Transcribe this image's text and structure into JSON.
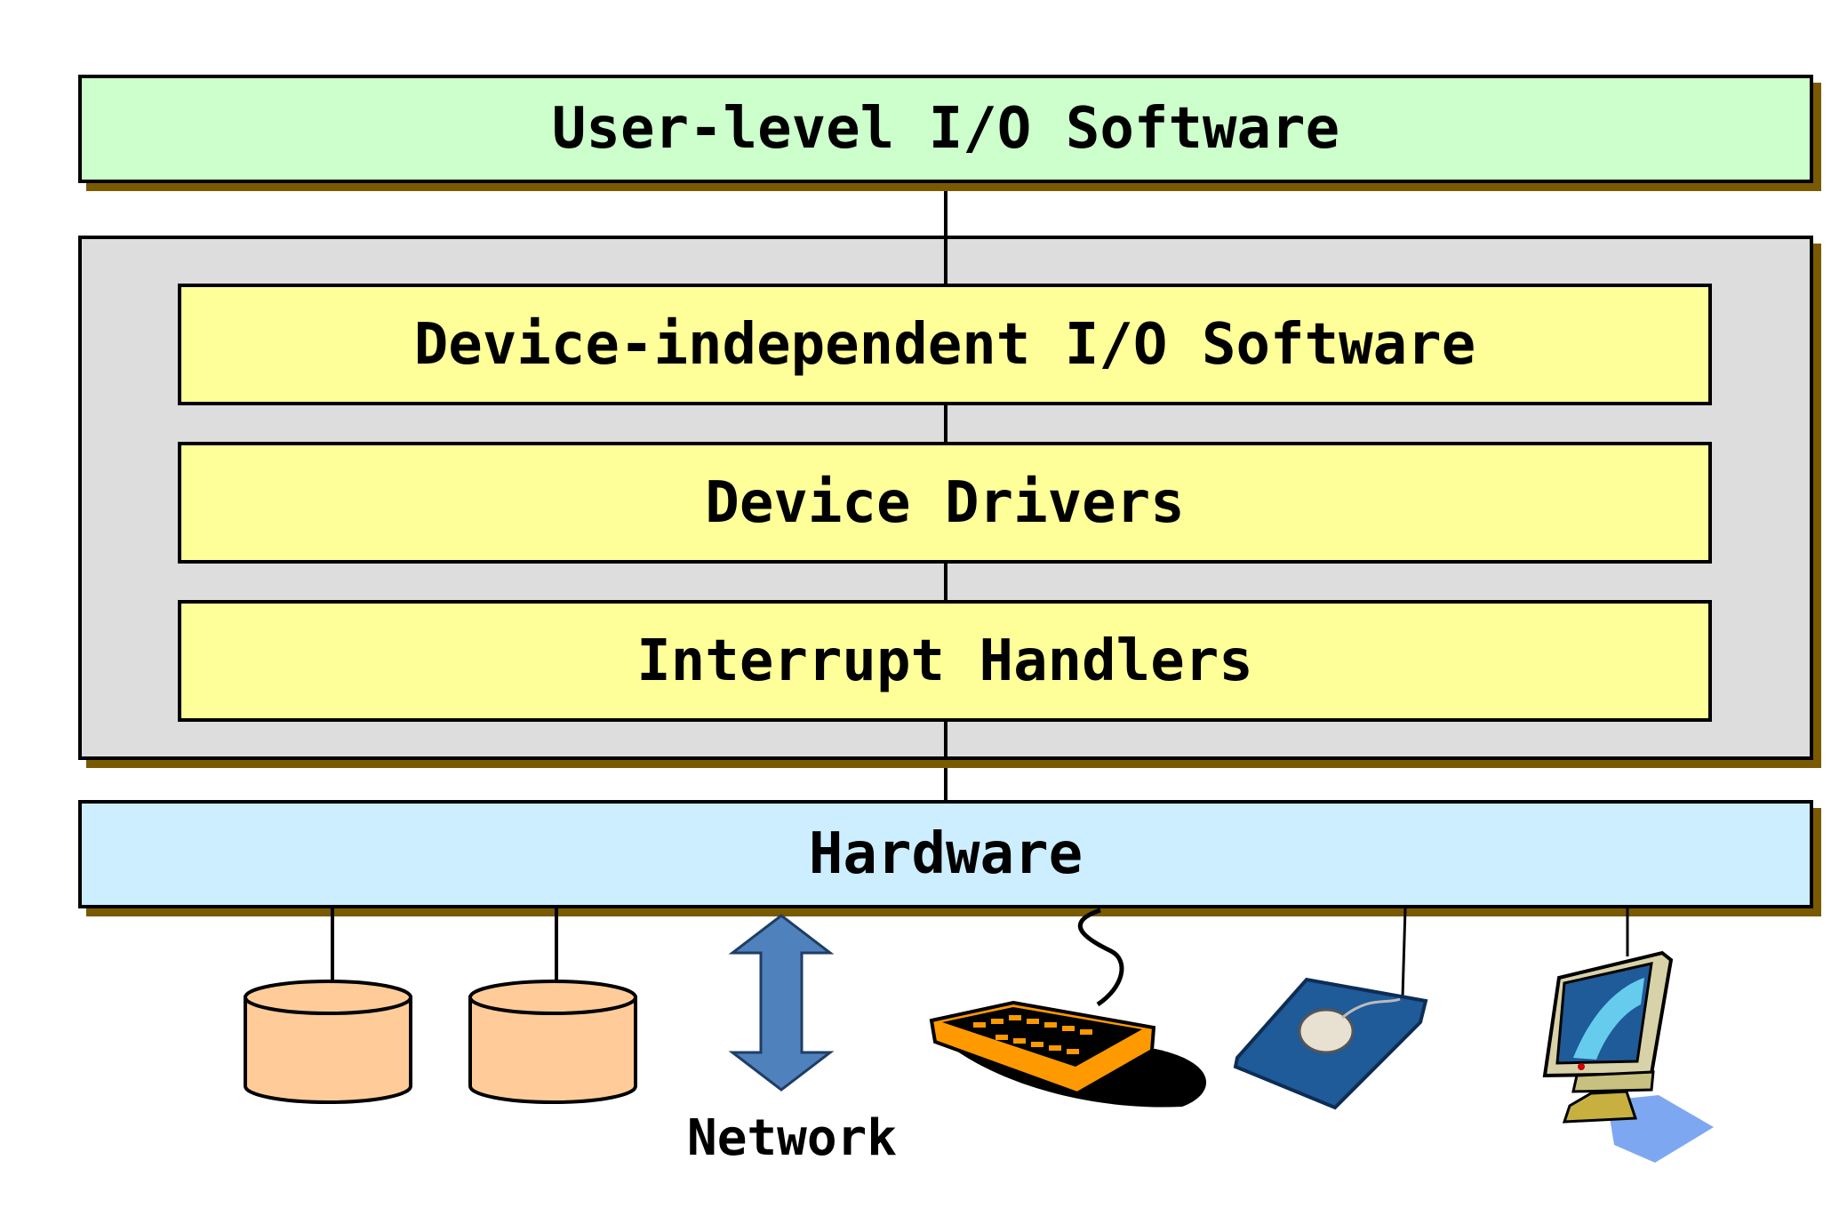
{
  "layers": {
    "user_level": "User-level I/O Software",
    "device_independent": "Device-independent I/O Software",
    "device_drivers": "Device Drivers",
    "interrupt_handlers": "Interrupt Handlers",
    "hardware": "Hardware"
  },
  "devices": {
    "network_label": "Network",
    "items": [
      "disk-icon",
      "disk-icon",
      "network-arrow-icon",
      "keyboard-icon",
      "mouse-icon",
      "monitor-icon"
    ]
  },
  "colors": {
    "user_level_fill": "#ccffcc",
    "kernel_fill": "#dddddd",
    "kernel_layer_fill": "#ffff99",
    "hardware_fill": "#cceeff",
    "disk_fill": "#ffcc99",
    "arrow_fill": "#4f81bd",
    "shadow": "#7a5a00"
  }
}
